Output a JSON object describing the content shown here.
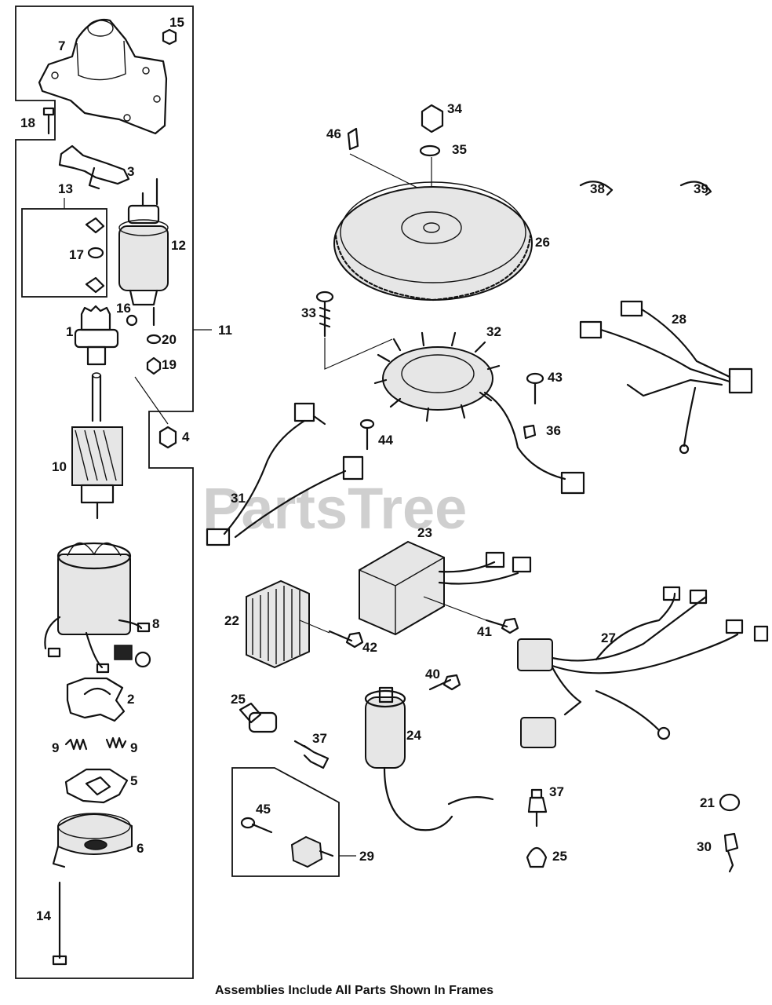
{
  "watermark": "PartsTree",
  "footer": "Assemblies Include All Parts Shown In Frames",
  "callouts": {
    "p1": "1",
    "p2": "2",
    "p3": "3",
    "p4": "4",
    "p5": "5",
    "p6": "6",
    "p7": "7",
    "p8": "8",
    "p9a": "9",
    "p9b": "9",
    "p10": "10",
    "p11": "11",
    "p12": "12",
    "p13": "13",
    "p14": "14",
    "p15": "15",
    "p16": "16",
    "p17": "17",
    "p18": "18",
    "p19": "19",
    "p20": "20",
    "p21": "21",
    "p22": "22",
    "p23": "23",
    "p24": "24",
    "p25a": "25",
    "p25b": "25",
    "p26": "26",
    "p27": "27",
    "p28": "28",
    "p29": "29",
    "p30": "30",
    "p31": "31",
    "p32": "32",
    "p33": "33",
    "p34": "34",
    "p35": "35",
    "p36": "36",
    "p37a": "37",
    "p37b": "37",
    "p38": "38",
    "p39": "39",
    "p40": "40",
    "p41": "41",
    "p42": "42",
    "p43": "43",
    "p44": "44",
    "p45": "45",
    "p46": "46"
  }
}
